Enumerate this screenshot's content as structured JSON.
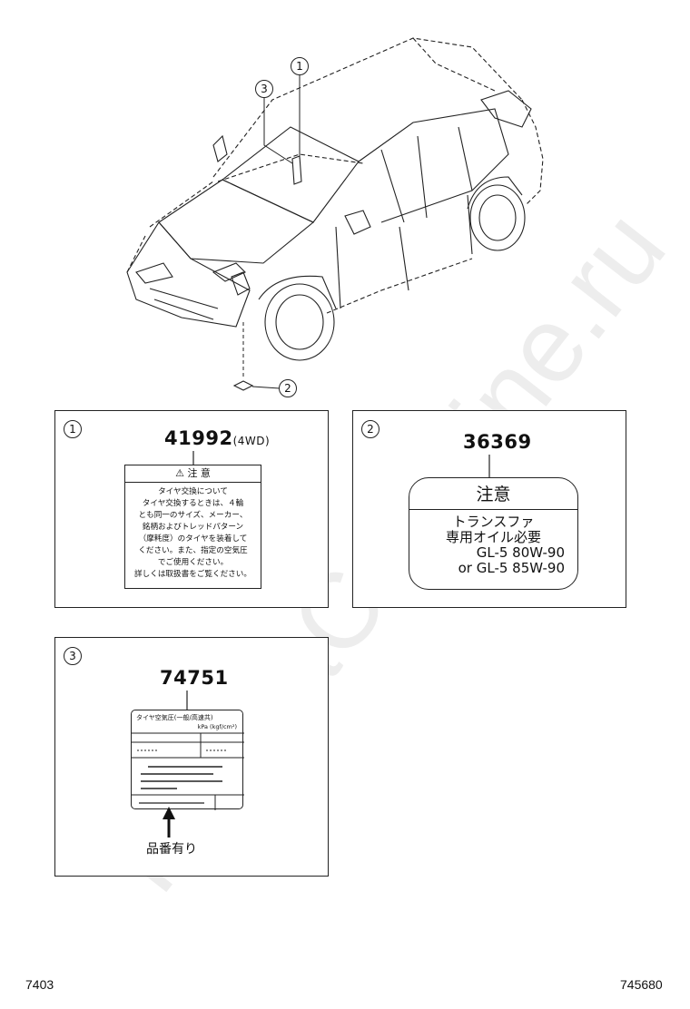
{
  "watermark": "ToyotaCarMine.ru",
  "callouts": [
    "1",
    "2",
    "3"
  ],
  "panel1": {
    "callout": "1",
    "part_number": "41992",
    "variant": "(4WD)",
    "label_heading": "注 意",
    "label_body": "タイヤ交換について\nタイヤ交換するときは、４輪\nとも同一のサイズ、メーカー、\n銘柄およびトレッドパターン\n（摩耗度）のタイヤを装着して\nください。また、指定の空気圧\nでご使用ください。\n詳しくは取扱書をご覧ください。"
  },
  "panel2": {
    "callout": "2",
    "part_number": "36369",
    "label_heading": "注意",
    "label_lines": [
      "トランスファ",
      "専用オイル必要"
    ],
    "oil_line1": "GL-5  80W-90",
    "oil_line2": "or GL-5  85W-90"
  },
  "panel3": {
    "callout": "3",
    "part_number": "74751",
    "label_title": "タイヤ空気圧(一般/高速共)",
    "label_unit": "kPa (kgf/cm²)",
    "arrow_caption": "品番有り"
  },
  "footer": {
    "left": "7403",
    "right": "745680"
  }
}
